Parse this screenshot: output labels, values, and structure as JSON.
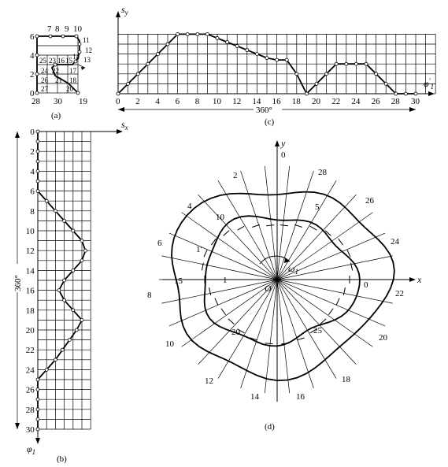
{
  "panel_a": {
    "caption": "(a)",
    "left_numbers": [
      "0",
      "2",
      "4",
      "6"
    ],
    "bottom_numbers": [
      "28",
      "30",
      "19"
    ],
    "top_numbers": [
      "7",
      "8",
      "9",
      "10"
    ],
    "right_numbers": [
      "11",
      "12",
      "13"
    ],
    "inner_numbers": [
      "25",
      "23",
      "16",
      "15",
      "14",
      "24",
      "22",
      "17",
      "26",
      "18",
      "21",
      "27",
      "20"
    ]
  },
  "panel_b": {
    "caption": "(b)",
    "x_axis_label": "s",
    "x_axis_sub": "x",
    "y_axis_label": "φ",
    "y_axis_sub": "1",
    "span_label": "360°",
    "ticks": [
      "0",
      "2",
      "4",
      "6",
      "8",
      "10",
      "12",
      "14",
      "16",
      "18",
      "20",
      "22",
      "24",
      "26",
      "28",
      "30"
    ]
  },
  "panel_c": {
    "caption": "(c)",
    "y_axis_label": "s",
    "y_axis_sub": "y",
    "x_axis_label": "φ",
    "x_axis_sub": "1",
    "x_axis_prime": "′",
    "span_label": "360°",
    "ticks": [
      "0",
      "2",
      "4",
      "6",
      "8",
      "10",
      "12",
      "14",
      "16",
      "18",
      "20",
      "22",
      "24",
      "26",
      "28",
      "30"
    ]
  },
  "panel_d": {
    "caption": "(d)",
    "x_label": "x",
    "y_label": "y",
    "origin_label": "O",
    "omega_label": "ω",
    "omega_sub": "1",
    "zero_top": "0",
    "outer_numbers": [
      "0",
      "2",
      "4",
      "6",
      "8",
      "10",
      "12",
      "14",
      "16",
      "18",
      "20",
      "22",
      "24",
      "26",
      "28"
    ],
    "inner_numbers": [
      "1",
      "1′",
      "5",
      "10",
      "15",
      "20",
      "25"
    ]
  }
}
